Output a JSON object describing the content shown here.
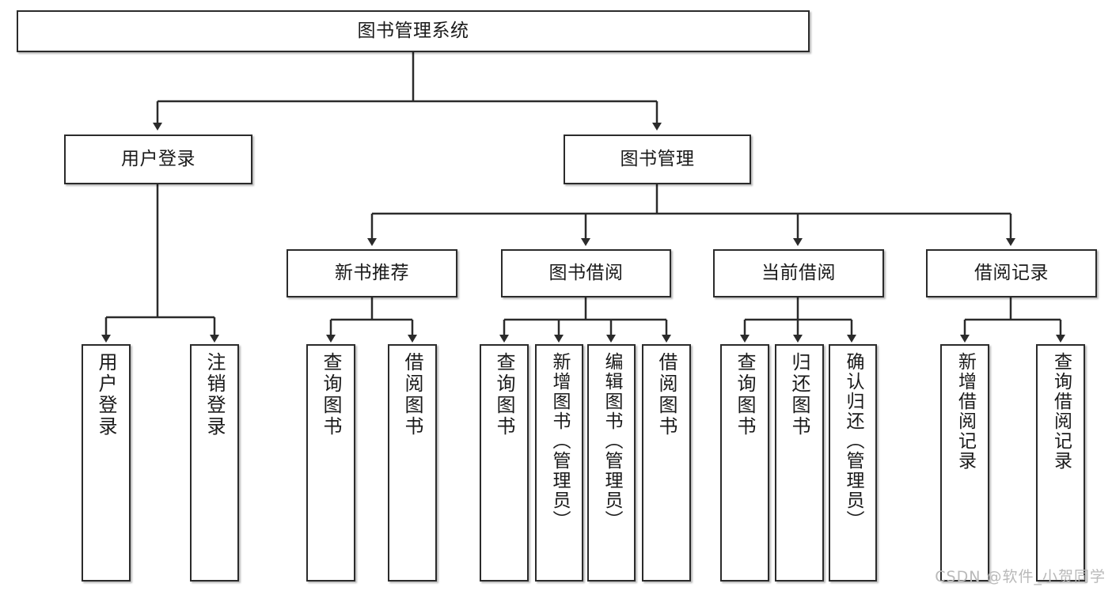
{
  "diagram": {
    "type": "tree",
    "title": "图书管理系统",
    "watermark": "CSDN @软件_小贺同学",
    "style": {
      "box_fill": "#ffffff",
      "box_stroke": "#2b2b2b",
      "text_color": "#1a1a1a",
      "edge_color": "#2b2b2b",
      "watermark_color": "#b9b9b9",
      "background": "#ffffff"
    },
    "nodes": {
      "root": {
        "label": "图书管理系统"
      },
      "level2": [
        {
          "id": "user-login",
          "label": "用户登录"
        },
        {
          "id": "book-manage",
          "label": "图书管理"
        }
      ],
      "level3": [
        {
          "id": "new-book-recommend",
          "label": "新书推荐"
        },
        {
          "id": "book-borrow",
          "label": "图书借阅"
        },
        {
          "id": "current-borrow",
          "label": "当前借阅"
        },
        {
          "id": "borrow-record",
          "label": "借阅记录"
        }
      ],
      "leaves": {
        "user-login": [
          {
            "id": "leaf-user-login",
            "label": "用户登录"
          },
          {
            "id": "leaf-logout-login",
            "label": "注销登录"
          }
        ],
        "new-book-recommend": [
          {
            "id": "leaf-query-book-1",
            "label": "查询图书"
          },
          {
            "id": "leaf-borrow-book-1",
            "label": "借阅图书"
          }
        ],
        "book-borrow": [
          {
            "id": "leaf-query-book-2",
            "label": "查询图书"
          },
          {
            "id": "leaf-add-book",
            "label": "新增图书（管理员）"
          },
          {
            "id": "leaf-edit-book",
            "label": "编辑图书（管理员）"
          },
          {
            "id": "leaf-borrow-book-2",
            "label": "借阅图书"
          }
        ],
        "current-borrow": [
          {
            "id": "leaf-query-book-3",
            "label": "查询图书"
          },
          {
            "id": "leaf-return-book",
            "label": "归还图书"
          },
          {
            "id": "leaf-confirm-return",
            "label": "确认归还（管理员）"
          }
        ],
        "borrow-record": [
          {
            "id": "leaf-add-record",
            "label": "新增借阅记录"
          },
          {
            "id": "leaf-query-record",
            "label": "查询借阅记录"
          }
        ]
      }
    }
  }
}
